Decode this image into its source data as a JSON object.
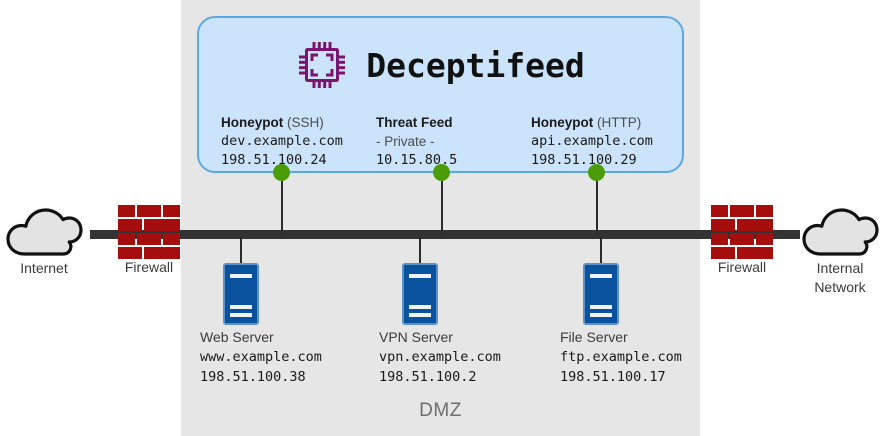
{
  "diagram": {
    "zone": {
      "label": "DMZ"
    },
    "panel": {
      "title": "Deceptifeed",
      "logo_icon": "cpu-chip-icon",
      "services": [
        {
          "name": "Honeypot",
          "protocol": "(SSH)",
          "host": "dev.example.com",
          "ip": "198.51.100.24",
          "host_is_mono": true
        },
        {
          "name": "Threat Feed",
          "protocol": "",
          "host": "- Private -",
          "ip": "10.15.80.5",
          "host_is_mono": false
        },
        {
          "name": "Honeypot",
          "protocol": "(HTTP)",
          "host": "api.example.com",
          "ip": "198.51.100.29",
          "host_is_mono": true
        }
      ]
    },
    "servers": [
      {
        "icon": "server-tower-icon",
        "title": "Web Server",
        "host": "www.example.com",
        "ip": "198.51.100.38"
      },
      {
        "icon": "server-tower-icon",
        "title": "VPN Server",
        "host": "vpn.example.com",
        "ip": "198.51.100.2"
      },
      {
        "icon": "server-tower-icon",
        "title": "File Server",
        "host": "ftp.example.com",
        "ip": "198.51.100.17"
      }
    ],
    "firewalls": [
      {
        "icon": "brick-wall-icon",
        "label": "Firewall"
      },
      {
        "icon": "brick-wall-icon",
        "label": "Firewall"
      }
    ],
    "clouds": [
      {
        "icon": "cloud-icon",
        "label_line1": "Internet",
        "label_line2": ""
      },
      {
        "icon": "cloud-icon",
        "label_line1": "Internal",
        "label_line2": "Network"
      }
    ],
    "colors": {
      "dmz_background": "#e6e6e6",
      "panel_fill": "#cce4fb",
      "panel_border": "#5aa9e6",
      "logo_purple": "#7b1370",
      "backbone": "#333333",
      "connector_green": "#4a9d07",
      "server_blue": "#0b529e",
      "firewall_red": "#a60d0d",
      "cloud_fill": "#e3e3e3"
    }
  }
}
